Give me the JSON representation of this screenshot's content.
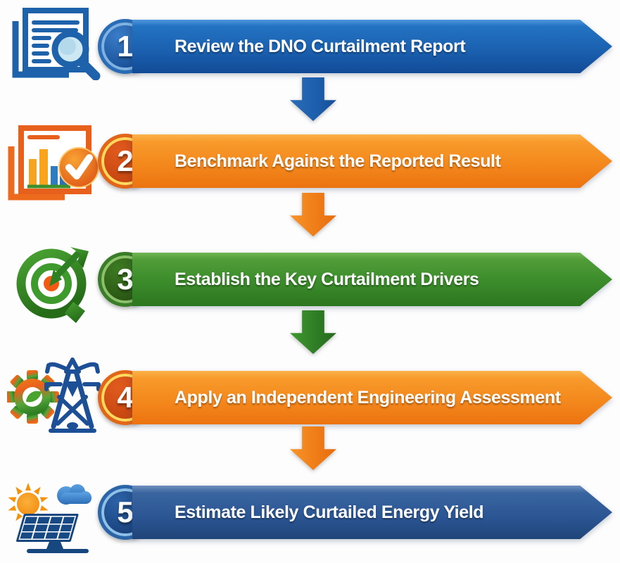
{
  "figure": {
    "kind": "process-flow-infographic",
    "background_color": "#fdfdfe",
    "step_count": 5
  },
  "steps": [
    {
      "number": "1",
      "label": "Review the DNO Curtailment Report",
      "theme": "blue",
      "banner_color": "#1a5fae",
      "circle_color": "#1f5ca6",
      "icon": "document-search-icon"
    },
    {
      "number": "2",
      "label": "Benchmark Against the Reported Result",
      "theme": "orange",
      "banner_color": "#f3871c",
      "circle_color": "#d4541a",
      "icon": "bar-chart-checkmark-icon"
    },
    {
      "number": "3",
      "label": "Establish the Key Curtailment Drivers",
      "theme": "green",
      "banner_color": "#3a8a2a",
      "circle_color": "#2f6b1c",
      "icon": "target-dart-icon"
    },
    {
      "number": "4",
      "label": "Apply an Independent Engineering Assessment",
      "theme": "orange",
      "banner_color": "#f3871c",
      "circle_color": "#d4541a",
      "icon": "gear-leaf-pylon-icon"
    },
    {
      "number": "5",
      "label": "Estimate Likely Curtailed Energy Yield",
      "theme": "navy",
      "banner_color": "#2b5694",
      "circle_color": "#1d4d8c",
      "icon": "sun-cloud-solar-panel-icon"
    }
  ],
  "connectors": [
    {
      "shape": "down-arrow",
      "color": "#1d5fae"
    },
    {
      "shape": "down-arrow",
      "color": "#ef7d18"
    },
    {
      "shape": "down-arrow",
      "color": "#2f7d26"
    },
    {
      "shape": "down-arrow",
      "color": "#ef7d18"
    }
  ]
}
